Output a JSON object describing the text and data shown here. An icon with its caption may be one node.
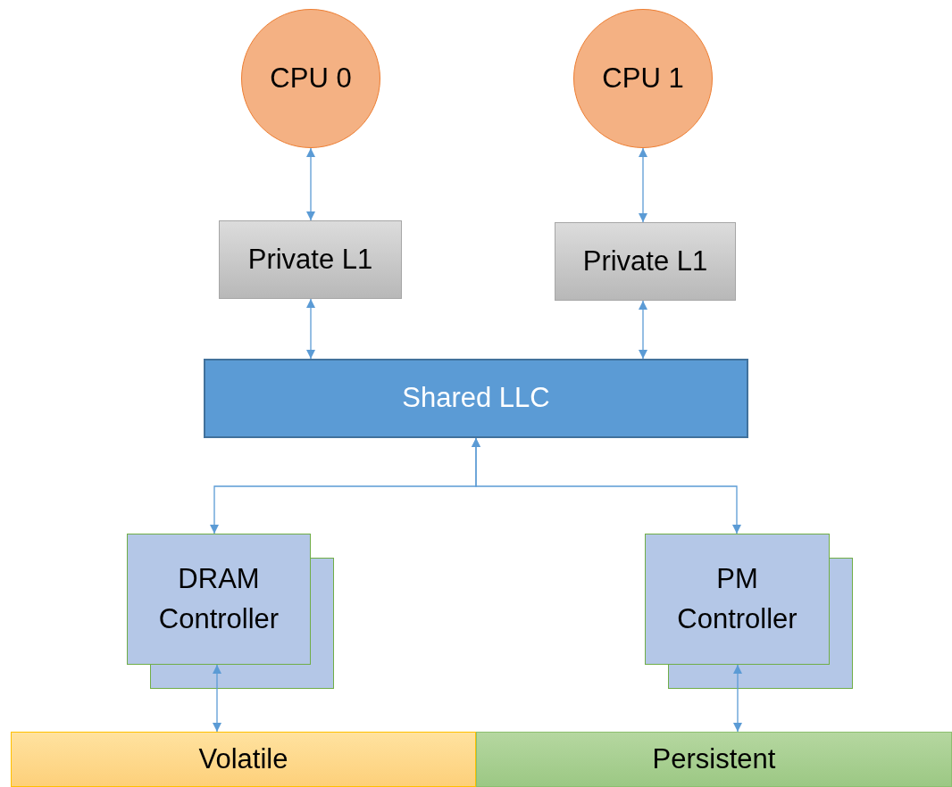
{
  "diagram": {
    "nodes": [
      {
        "text": [
          "CPU 0"
        ]
      },
      {
        "text": [
          "CPU 1"
        ]
      },
      {
        "text": [
          "Private L1"
        ]
      },
      {
        "text": [
          "Private L1"
        ]
      },
      {
        "text": [
          "Shared LLC"
        ]
      },
      {
        "text": [
          "DRAM Controller"
        ]
      },
      {
        "text": [
          "PM Controller"
        ]
      },
      {
        "text": [
          "Volatile"
        ]
      },
      {
        "text": [
          "Persistent"
        ]
      }
    ],
    "edges": [
      {
        "from": 0,
        "to": 2,
        "arrow": "both"
      },
      {
        "from": 1,
        "to": 3,
        "arrow": "both"
      },
      {
        "from": 2,
        "to": 4,
        "arrow": "both"
      },
      {
        "from": 3,
        "to": 4,
        "arrow": "both"
      },
      {
        "from": 4,
        "to": 5,
        "arrow": "both"
      },
      {
        "from": 4,
        "to": 6,
        "arrow": "both"
      },
      {
        "from": 5,
        "to": 7,
        "arrow": "both"
      },
      {
        "from": 6,
        "to": 8,
        "arrow": "both"
      }
    ]
  }
}
